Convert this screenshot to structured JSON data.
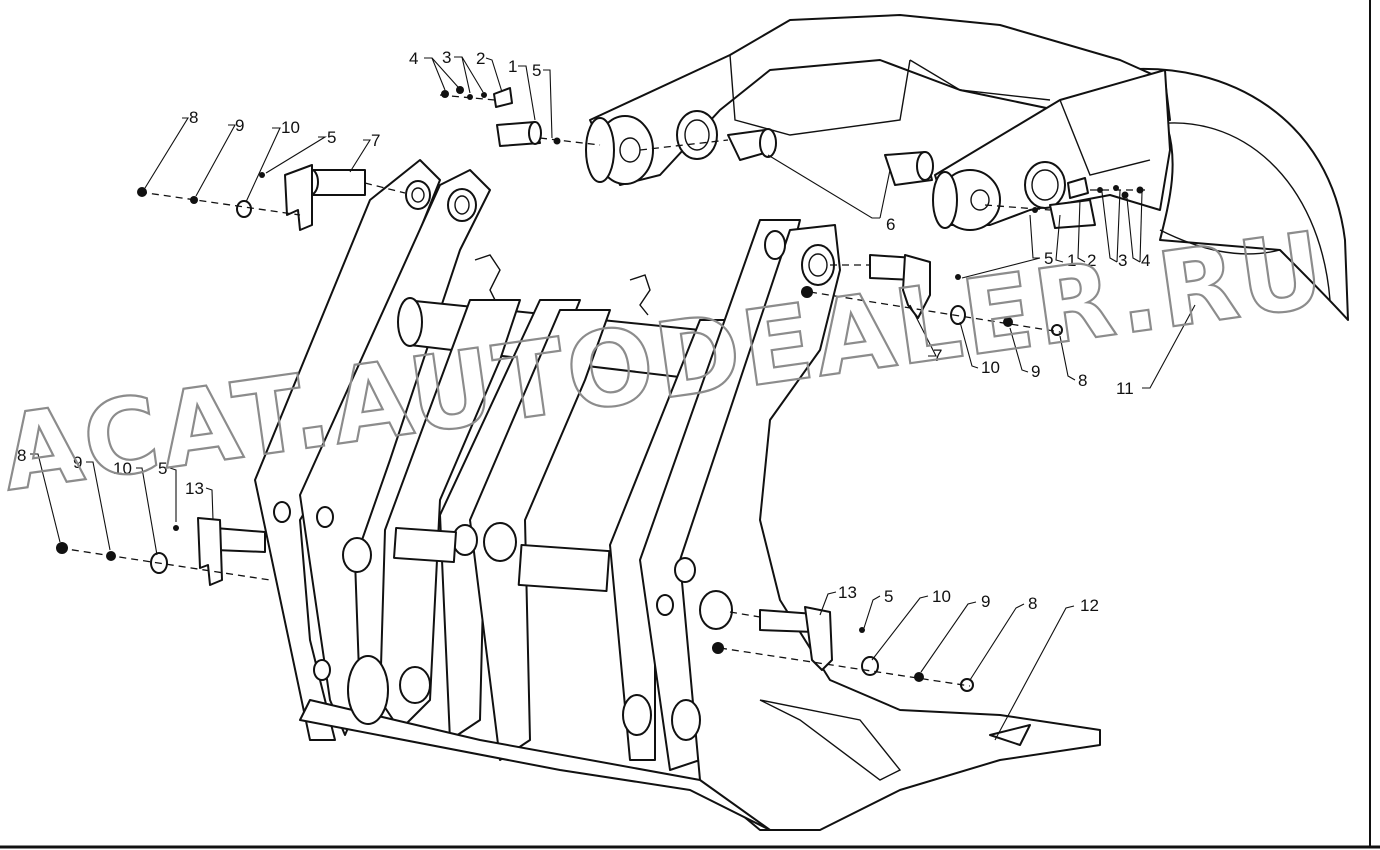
{
  "watermark": "ACAT.AUTODEALER.RU",
  "callouts": [
    {
      "id": "c-4a",
      "text": "4"
    },
    {
      "id": "c-3a",
      "text": "3"
    },
    {
      "id": "c-2a",
      "text": "2"
    },
    {
      "id": "c-1a",
      "text": "1"
    },
    {
      "id": "c-5a",
      "text": "5"
    },
    {
      "id": "c-8a",
      "text": "8"
    },
    {
      "id": "c-9a",
      "text": "9"
    },
    {
      "id": "c-10a",
      "text": "10"
    },
    {
      "id": "c-5b",
      "text": "5"
    },
    {
      "id": "c-7a",
      "text": "7"
    },
    {
      "id": "c-6",
      "text": "6"
    },
    {
      "id": "c-5c",
      "text": "5"
    },
    {
      "id": "c-1b",
      "text": "1"
    },
    {
      "id": "c-2b",
      "text": "2"
    },
    {
      "id": "c-3b",
      "text": "3"
    },
    {
      "id": "c-4b",
      "text": "4"
    },
    {
      "id": "c-5d",
      "text": "5"
    },
    {
      "id": "c-7b",
      "text": "7"
    },
    {
      "id": "c-10b",
      "text": "10"
    },
    {
      "id": "c-9b",
      "text": "9"
    },
    {
      "id": "c-8b",
      "text": "8"
    },
    {
      "id": "c-11",
      "text": "11"
    },
    {
      "id": "c-8c",
      "text": "8"
    },
    {
      "id": "c-9c",
      "text": "9"
    },
    {
      "id": "c-10c",
      "text": "10"
    },
    {
      "id": "c-5e",
      "text": "5"
    },
    {
      "id": "c-13a",
      "text": "13"
    },
    {
      "id": "c-13b",
      "text": "13"
    },
    {
      "id": "c-5f",
      "text": "5"
    },
    {
      "id": "c-10d",
      "text": "10"
    },
    {
      "id": "c-9d",
      "text": "9"
    },
    {
      "id": "c-8d",
      "text": "8"
    },
    {
      "id": "c-12",
      "text": "12"
    }
  ]
}
